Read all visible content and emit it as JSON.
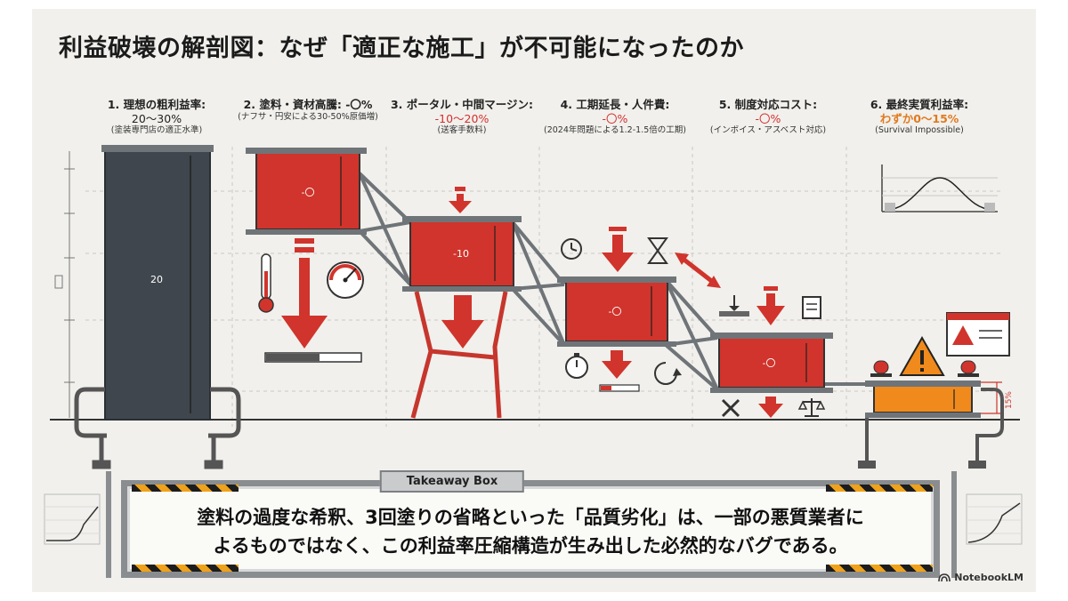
{
  "title": "利益破壊の解剖図：なぜ「適正な施工」が不可能になったのか",
  "columns": [
    {
      "heading": "1. 理想の粗利益率:",
      "value": "20〜30%",
      "note": "(塗装専門店の適正水準)"
    },
    {
      "heading": "2. 塗料・資材高騰: -〇%",
      "value": "",
      "note": "(ナフサ・円安による30-50%原価増)"
    },
    {
      "heading": "3. ポータル・中間マージン:",
      "value": "-10〜20%",
      "note": "(送客手数料)"
    },
    {
      "heading": "4. 工期延長・人件費:",
      "value": "-〇%",
      "note": "(2024年問題による1.2-1.5倍の工期)"
    },
    {
      "heading": "5. 制度対応コスト:",
      "value": "-〇%",
      "note": "(インボイス・アスベスト対応)"
    },
    {
      "heading": "6. 最終実質利益率:",
      "value": "わずか0〜15%",
      "note": "(Survival Impossible)"
    }
  ],
  "blocks": {
    "ideal": "20",
    "materials": "-〇",
    "portal": "-10",
    "labor": "-〇",
    "compliance": "-〇",
    "final_dimension": "15%"
  },
  "takeaway": {
    "tab_label": "Takeaway Box",
    "line1": "塗料の過度な希釈、3回塗りの省略といった「品質劣化」は、一部の悪質業者に",
    "line2": "よるものではなく、この利益率圧縮構造が生み出した必然的なバグである。"
  },
  "brand": "NotebookLM",
  "colors": {
    "red": "#d0342c",
    "dark": "#3f464d",
    "orange": "#f08a1c",
    "steel": "#6f7478"
  }
}
